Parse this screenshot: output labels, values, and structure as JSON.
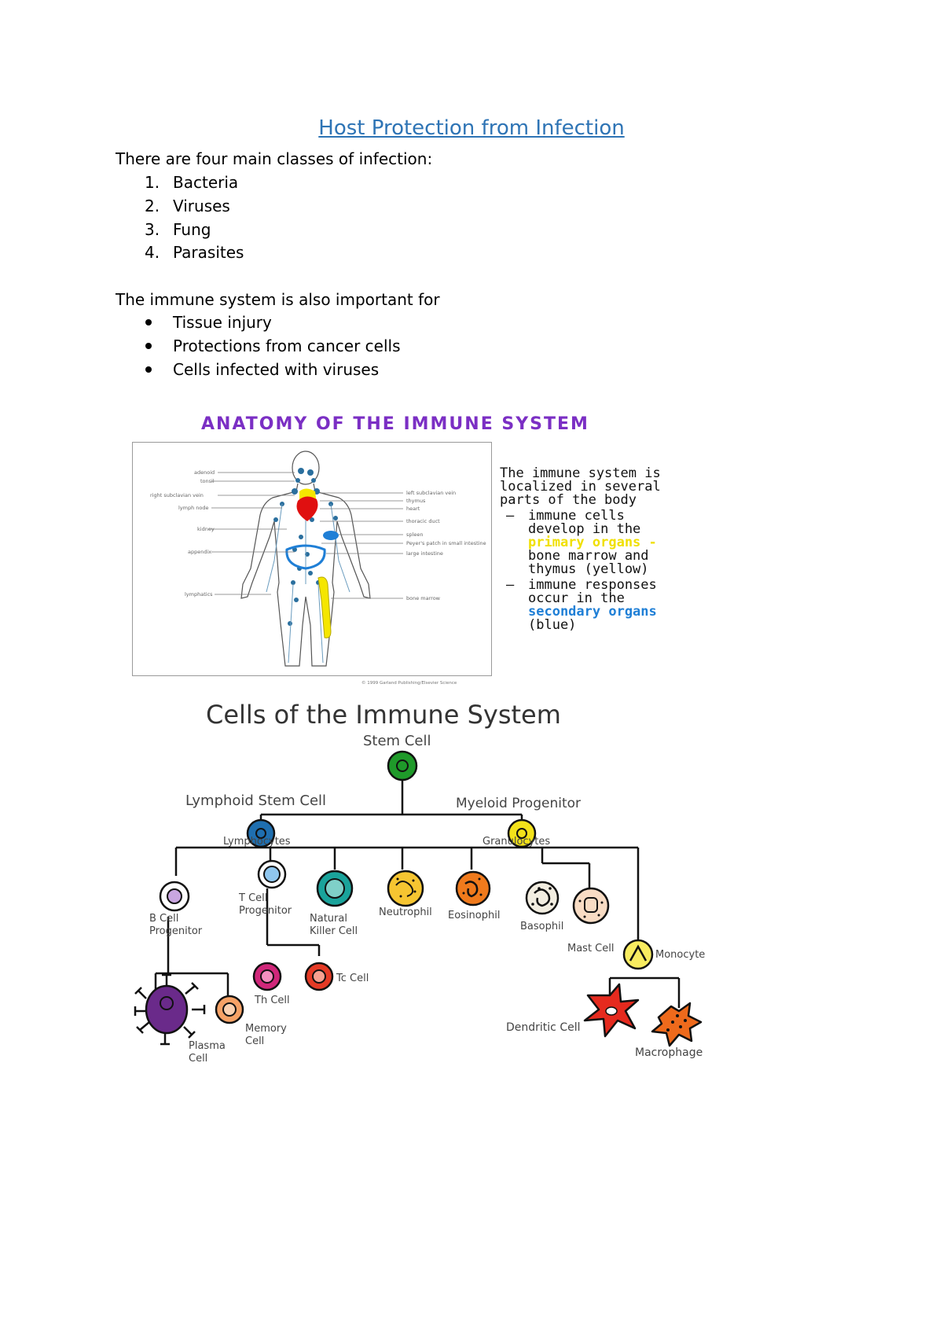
{
  "title": "Host Protection from Infection",
  "intro": "There are four main classes of infection:",
  "classes": [
    {
      "num": "1.",
      "label": "Bacteria"
    },
    {
      "num": "2.",
      "label": "Viruses"
    },
    {
      "num": "3.",
      "label": "Fung"
    },
    {
      "num": "4.",
      "label": "Parasites"
    }
  ],
  "also_intro": "The immune system is also important for",
  "also_items": [
    "Tissue injury",
    "Protections from cancer cells",
    "Cells infected with viruses"
  ],
  "anatomy": {
    "title": "ANATOMY OF THE IMMUNE SYSTEM",
    "left_labels": [
      "adenoid",
      "tonsil",
      "right subclavian vein",
      "lymph node",
      "kidney",
      "appendix",
      "lymphatics"
    ],
    "right_labels": [
      "left subclavian vein",
      "thymus",
      "heart",
      "thoracic duct",
      "spleen",
      "Peyer's patch in small intestine",
      "large intestine",
      "bone marrow"
    ],
    "credit": "© 1999 Garland Publishing/Elsevier Science",
    "desc_line1": "The immune system is",
    "desc_line2": "localized in several",
    "desc_line3": "parts of the body",
    "dash": "—",
    "b1_line1": "immune cells",
    "b1_line2": "develop in the",
    "b1_primary": "primary organs -",
    "b1_line4": "bone marrow and",
    "b1_line5": "thymus (yellow)",
    "b2_line1": "immune responses",
    "b2_line2": "occur in the",
    "b2_secondary": "secondary organs",
    "b2_line4": "(blue)",
    "colors": {
      "primary": "#f5e600",
      "secondary": "#1f7fd6",
      "heart": "#e01010",
      "lymph": "#2a6f9e"
    }
  },
  "cells": {
    "title": "Cells of the Immune System",
    "stem_cell": "Stem Cell",
    "lymphoid": "Lymphoid Stem Cell",
    "myeloid": "Myeloid Progenitor",
    "lymphocytes": "Lymphocytes",
    "granulocytes": "Granulocytes",
    "b_cell_1": "B Cell",
    "b_cell_2": "Progenitor",
    "t_cell_1": "T Cell",
    "t_cell_2": "Progenitor",
    "nk_1": "Natural",
    "nk_2": "Killer Cell",
    "neutrophil": "Neutrophil",
    "eosinophil": "Eosinophil",
    "basophil": "Basophil",
    "mast_cell": "Mast Cell",
    "monocyte": "Monocyte",
    "th_cell": "Th Cell",
    "tc_cell": "Tc Cell",
    "plasma_1": "Plasma",
    "plasma_2": "Cell",
    "memory_1": "Memory",
    "memory_2": "Cell",
    "dendritic": "Dendritic Cell",
    "macrophage": "Macrophage",
    "colors": {
      "stem": "#1f9a2a",
      "lymphoid": "#1f6fb0",
      "myeloid": "#f3e21a",
      "b_cell": "#c9a6e0",
      "t_cell": "#8fc6ee",
      "nk": "#1aa39b",
      "neutrophil": "#f6c531",
      "eosinophil": "#f07a1c",
      "basophil": "#f2ede0",
      "mast": "#f8dcc4",
      "monocyte": "#f8ec60",
      "th": "#d0277a",
      "tc": "#e53a25",
      "plasma": "#6a2a8a",
      "memory": "#f6a266",
      "dendritic": "#e52a1e",
      "macrophage": "#ee6a1c"
    }
  }
}
